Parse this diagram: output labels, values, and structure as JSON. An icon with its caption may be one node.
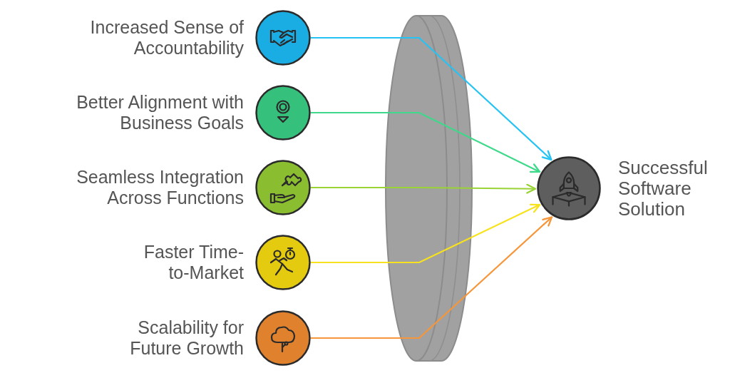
{
  "diagram": {
    "nodes": [
      {
        "text": [
          "Increased Sense of Accountability"
        ]
      },
      {
        "text": [
          "Better Alignment with Business Goals"
        ]
      },
      {
        "text": [
          "Seamless Integration Across Functions"
        ]
      },
      {
        "text": [
          "Faster Time-to-Market"
        ]
      },
      {
        "text": [
          "Scalability for Future Growth"
        ]
      },
      {
        "text": [
          "Successful Software Solution"
        ]
      }
    ],
    "edges": [
      {
        "from": 0,
        "to": 5,
        "arrow": "to",
        "color": "#25c3f4"
      },
      {
        "from": 1,
        "to": 5,
        "arrow": "to",
        "color": "#3ed98b"
      },
      {
        "from": 2,
        "to": 5,
        "arrow": "to",
        "color": "#9ad336"
      },
      {
        "from": 3,
        "to": 5,
        "arrow": "to",
        "color": "#f7e21d"
      },
      {
        "from": 4,
        "to": 5,
        "arrow": "to",
        "color": "#f6963a"
      }
    ]
  }
}
